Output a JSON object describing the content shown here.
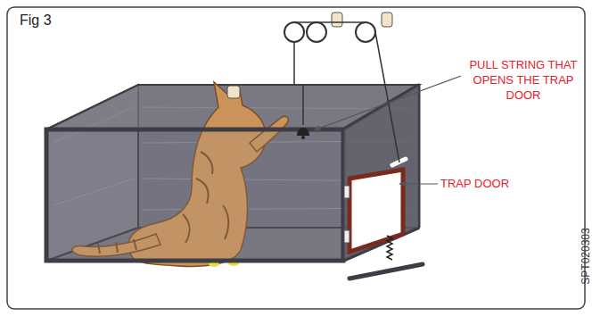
{
  "diagram": {
    "title": "Fig 3",
    "labels": [
      "PULL STRING THAT OPENS THE TRAP DOOR",
      "TRAP DOOR",
      "SPT020303"
    ]
  }
}
